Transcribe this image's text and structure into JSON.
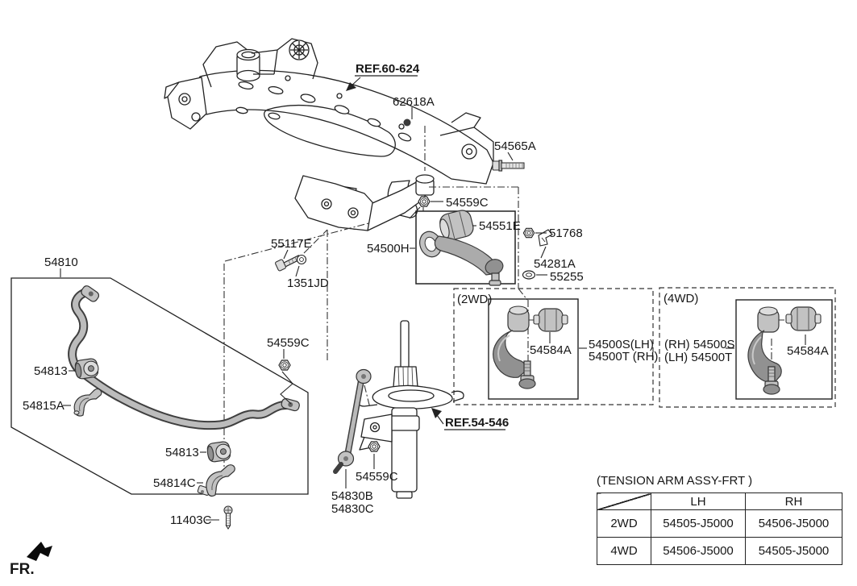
{
  "diagram": {
    "description": "Front suspension crossmember, stabilizer bar and tension arm parts diagram",
    "colors": {
      "line": "#222222",
      "text": "#161616",
      "metal_light": "#c2c2c2",
      "metal_dark": "#919191",
      "background": "#ffffff"
    },
    "labels": {
      "ref60": "REF.60-624",
      "n62618A": "62618A",
      "n54565A": "54565A",
      "n54559C_top": "54559C",
      "n54551E": "54551E",
      "n54500H": "54500H",
      "n51768": "51768",
      "n54281A": "54281A",
      "n55255": "55255",
      "n55117E": "55117E",
      "n1351JD": "1351JD",
      "n54810": "54810",
      "n54813_upper": "54813",
      "n54815A": "54815A",
      "n54559C_mid": "54559C",
      "n54813_lower": "54813",
      "n54814C": "54814C",
      "n11403C": "11403C",
      "n54830B": "54830B",
      "n54830C": "54830C",
      "n54559C_strut": "54559C",
      "ref54": "REF.54-546",
      "g2wd": "(2WD)",
      "g4wd": "(4WD)",
      "n54584A_2wd": "54584A",
      "arm2wd_line1": "54500S(LH)",
      "arm2wd_line2": "54500T (RH)",
      "arm4wd_line1": "(RH) 54500S",
      "arm4wd_line2": "(LH) 54500T",
      "n54584A_4wd": "54584A",
      "fr": "FR."
    },
    "table": {
      "title": "(TENSION ARM ASSY-FRT )",
      "col_headers": [
        "LH",
        "RH"
      ],
      "rows": [
        {
          "drive": "2WD",
          "lh": "54505-J5000",
          "rh": "54506-J5000"
        },
        {
          "drive": "4WD",
          "lh": "54506-J5000",
          "rh": "54505-J5000"
        }
      ]
    }
  }
}
